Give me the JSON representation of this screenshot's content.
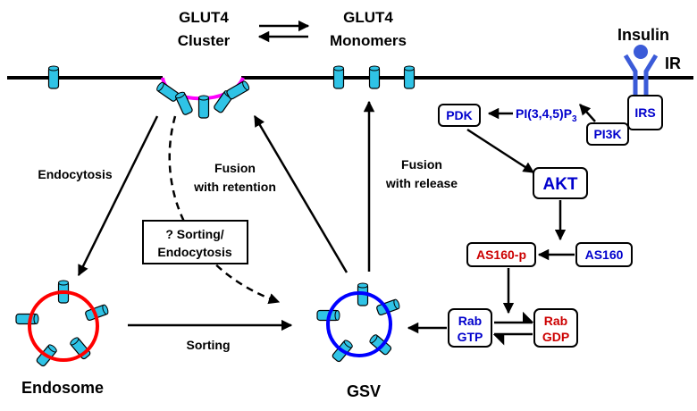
{
  "header": {
    "cluster_line1": "GLUT4",
    "cluster_line2": "Cluster",
    "monomer_line1": "GLUT4",
    "monomer_line2": "Monomers"
  },
  "receptor": {
    "insulin": "Insulin",
    "ir": "IR",
    "irs": "IRS"
  },
  "signaling": {
    "pi3k": "PI3K",
    "pip3_main": "PI(3,4,5)P",
    "pip3_sub": "3",
    "pdk": "PDK",
    "akt": "AKT",
    "as160": "AS160",
    "as160p": "AS160-p",
    "rab_gtp_1": "Rab",
    "rab_gtp_2": "GTP",
    "rab_gdp_1": "Rab",
    "rab_gdp_2": "GDP"
  },
  "labels": {
    "endocytosis": "Endocytosis",
    "fusion_retention_1": "Fusion",
    "fusion_retention_2": "with retention",
    "fusion_release_1": "Fusion",
    "fusion_release_2": "with release",
    "sorting_box_1": "? Sorting/",
    "sorting_box_2": "Endocytosis",
    "sorting": "Sorting",
    "endosome": "Endosome",
    "gsv": "GSV"
  },
  "colors": {
    "glut4_fill": "#2fc3e6",
    "membrane": "#000000",
    "cluster_pit": "#ff00ff",
    "endosome": "#ff0000",
    "gsv": "#0000ff",
    "receptor": "#3b5bd8",
    "blue_text": "#0000cc",
    "red_text": "#cc0000"
  }
}
